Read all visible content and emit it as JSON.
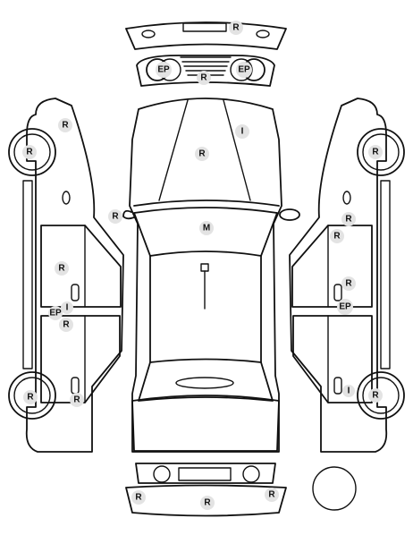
{
  "markers": {
    "front_bumper_r": "R",
    "headlight_left": "EP",
    "headlight_right": "EP",
    "front_fascia_r": "R",
    "left_fender_r": "R",
    "left_front_wheel_r": "R",
    "hood_r": "R",
    "hood_i": "I",
    "right_front_wheel_r": "R",
    "left_mirror_r": "R",
    "windshield_m": "M",
    "left_front_door_r": "R",
    "left_pillar_ep": "EP",
    "left_pillar_i": "I",
    "left_rear_door_r": "R",
    "left_rear_wheel_r": "R",
    "left_rear_quarter_r": "R",
    "right_mirror_r1": "R",
    "right_mirror_r2": "R",
    "right_front_door_r": "R",
    "right_pillar_ep": "EP",
    "right_rear_i": "I",
    "right_rear_wheel_r": "R",
    "rear_bumper_left_r": "R",
    "rear_bumper_center_r": "R",
    "rear_bumper_right_r": "R"
  }
}
